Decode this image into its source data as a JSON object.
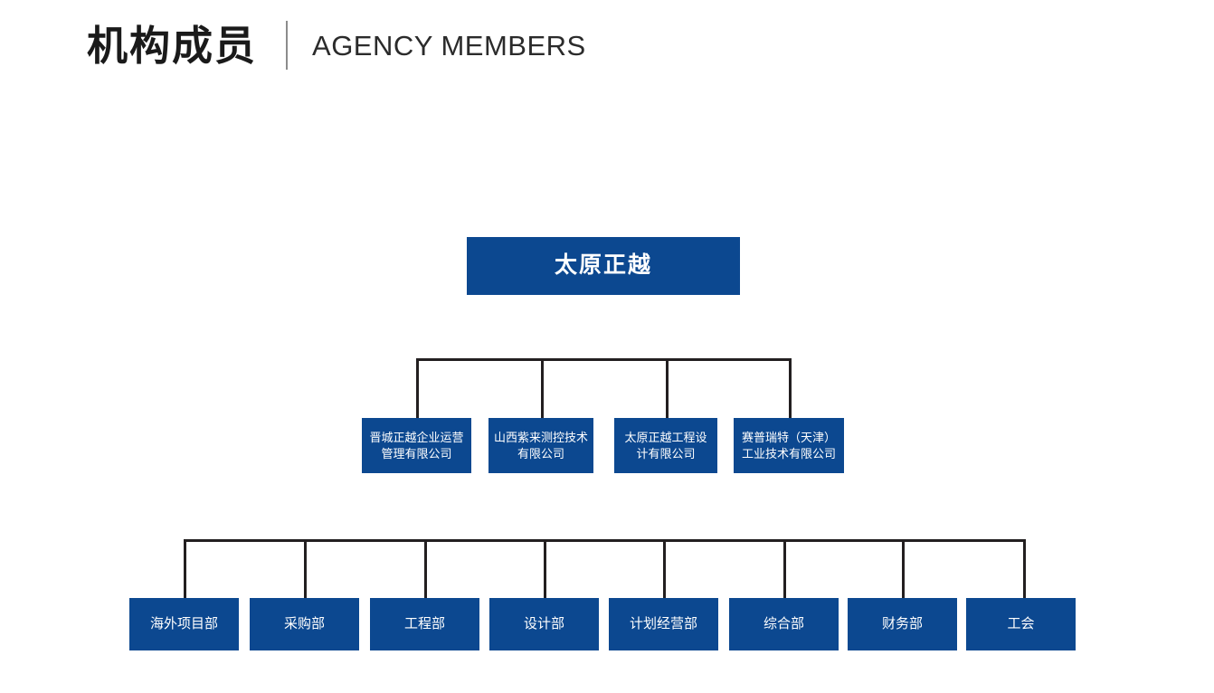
{
  "header": {
    "title_cn": "机构成员",
    "title_en": "AGENCY MEMBERS",
    "divider": "vertical-rule"
  },
  "theme": {
    "node_fill": "#0c4890",
    "node_text": "#ffffff",
    "connector": "#231f20",
    "background": "#ffffff",
    "divider": "#8c8c8c"
  },
  "chart": {
    "type": "org-chart",
    "root": {
      "label": "太原正越"
    },
    "subsidiaries": [
      {
        "label": "晋城正越企业运营管理有限公司"
      },
      {
        "label": "山西紫来测控技术有限公司"
      },
      {
        "label": "太原正越工程设计有限公司"
      },
      {
        "label": "赛普瑞特（天津）工业技术有限公司"
      }
    ],
    "departments": [
      {
        "label": "海外项目部"
      },
      {
        "label": "采购部"
      },
      {
        "label": "工程部"
      },
      {
        "label": "设计部"
      },
      {
        "label": "计划经营部"
      },
      {
        "label": "综合部"
      },
      {
        "label": "财务部"
      },
      {
        "label": "工会"
      }
    ]
  }
}
